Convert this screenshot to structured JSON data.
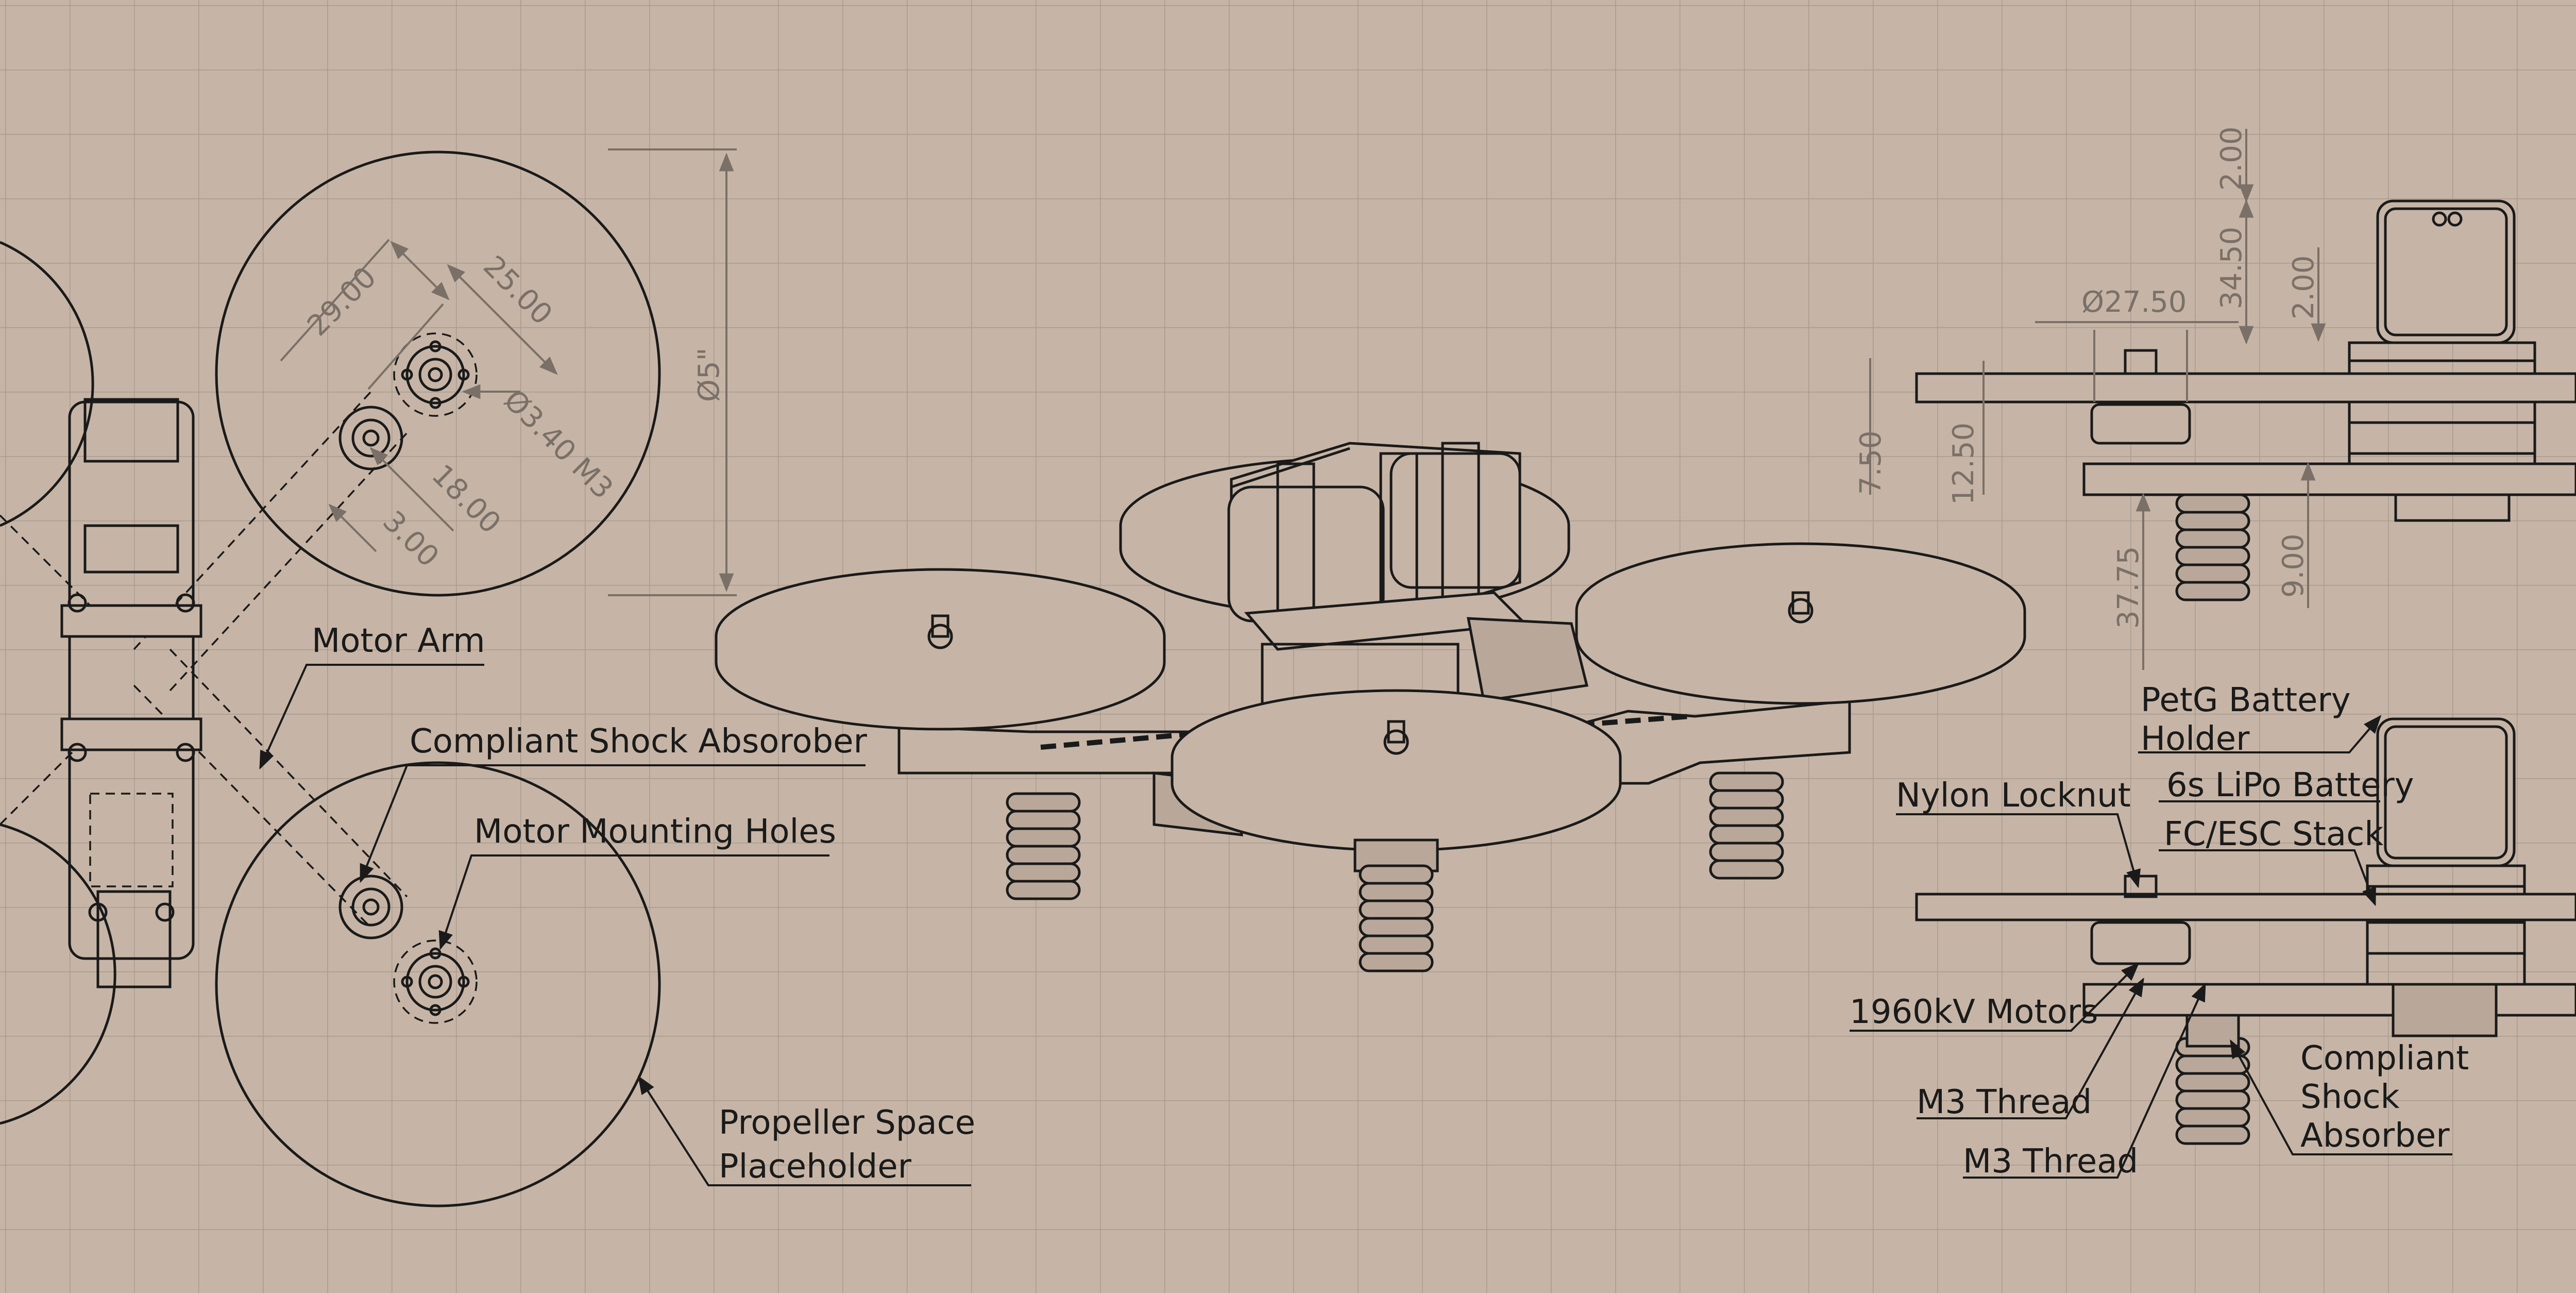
{
  "colors": {
    "paper": "#c6b5a6",
    "grid": "#a89a8e",
    "ink": "#1a1a1a",
    "dimension_ink": "#7a7068"
  },
  "callouts": {
    "motor_arm": "Motor Arm",
    "shock_absorber_top": "Compliant Shock Absorober",
    "motor_mounting_holes": "Motor Mounting Holes",
    "propeller_space_line1": "Propeller Space",
    "propeller_space_line2": "Placeholder",
    "petg_holder_line1": "PetG Battery",
    "petg_holder_line2": "Holder",
    "lipo_battery": "6s LiPo Battery",
    "fc_esc_stack": "FC/ESC Stack",
    "nylon_locknut": "Nylon Locknut",
    "motors": "1960kV Motors",
    "m3_thread_1": "M3 Thread",
    "m3_thread_2": "M3 Thread",
    "shock_absorber_right_line1": "Compliant",
    "shock_absorber_right_line2": "Shock",
    "shock_absorber_right_line3": "Absorber"
  },
  "dimensions": {
    "top_view": {
      "d29": "29.00",
      "d25": "25.00",
      "d18": "18.00",
      "d3": "3.00",
      "hole": "Ø3.40 M3",
      "prop": "Ø5\""
    },
    "side_view": {
      "d200_a": "2.00",
      "d3450": "34.50",
      "d200_b": "2.00",
      "d2750": "Ø27.50",
      "d750": "7.50",
      "d1250": "12.50",
      "d3775": "37.75",
      "d900": "9.00"
    }
  }
}
